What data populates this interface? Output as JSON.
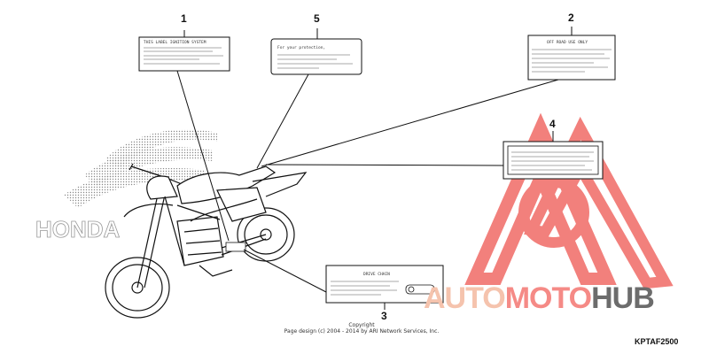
{
  "callouts": {
    "c1": "1",
    "c2": "2",
    "c3": "3",
    "c4": "4",
    "c5": "5"
  },
  "labels": {
    "label1_heading": "THIS LABEL IGNITION SYSTEM",
    "label2_heading": "OFF ROAD USE ONLY",
    "label3_heading": "DRIVE CHAIN",
    "label5_heading": "For your protection,"
  },
  "brand_text": "HONDA",
  "copyright": {
    "line1": "Copyright",
    "line2": "Page design (c) 2004 - 2014 by ARI Network Services, Inc."
  },
  "diagram_code": "KPTAF2500",
  "watermark": {
    "part1": "AUTO",
    "part2": "MOTO",
    "part3": "HUB"
  },
  "colors": {
    "watermark_red": "#f06a66",
    "watermark_peach": "#f5c3ad",
    "watermark_gray": "#6c6c6c",
    "line": "#111111"
  }
}
